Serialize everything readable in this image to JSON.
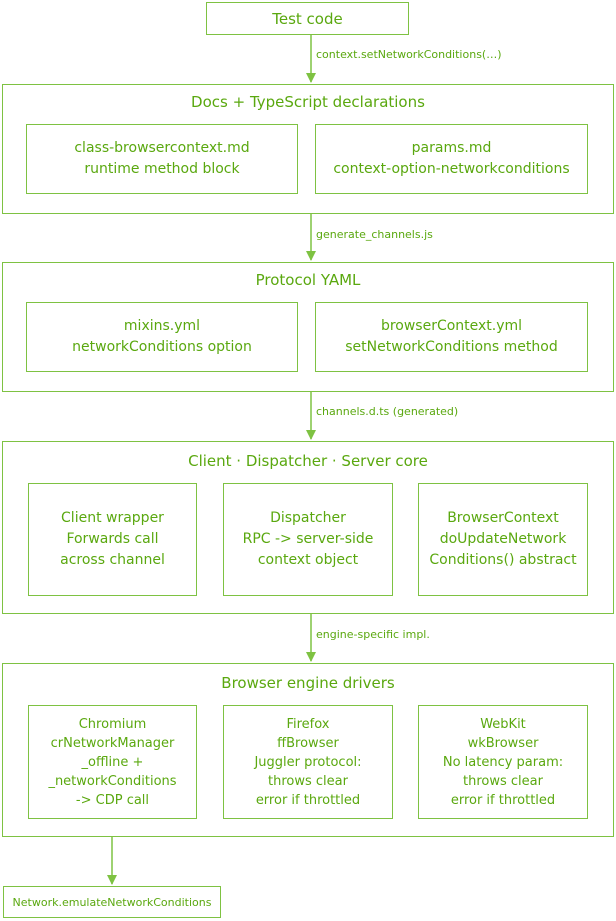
{
  "test_code": "Test code",
  "edges": {
    "e1": "context.setNetworkConditions(…)",
    "e2": "generate_channels.js",
    "e3": "channels.d.ts (generated)",
    "e4": "engine-specific impl."
  },
  "docs": {
    "title": "Docs + TypeScript declarations",
    "a": [
      "class-browsercontext.md",
      "runtime method block"
    ],
    "b": [
      "params.md",
      "context-option-networkconditions"
    ]
  },
  "protocol": {
    "title": "Protocol YAML",
    "a": [
      "mixins.yml",
      "networkConditions option"
    ],
    "b": [
      "browserContext.yml",
      "setNetworkConditions method"
    ]
  },
  "core": {
    "title": "Client · Dispatcher · Server core",
    "a": [
      "Client wrapper",
      "Forwards call",
      "across channel"
    ],
    "b": [
      "Dispatcher",
      "RPC -> server-side",
      "context object"
    ],
    "c": [
      "BrowserContext",
      "doUpdateNetwork",
      "Conditions() abstract"
    ]
  },
  "drivers": {
    "title": "Browser engine drivers",
    "a": [
      "Chromium",
      "crNetworkManager",
      "_offline +",
      "_networkConditions",
      "-> CDP call"
    ],
    "b": [
      "Firefox",
      "ffBrowser",
      "Juggler protocol:",
      "throws clear",
      "error if throttled"
    ],
    "c": [
      "WebKit",
      "wkBrowser",
      "No latency param:",
      "throws clear",
      "error if throttled"
    ]
  },
  "output": "Network.emulateNetworkConditions"
}
